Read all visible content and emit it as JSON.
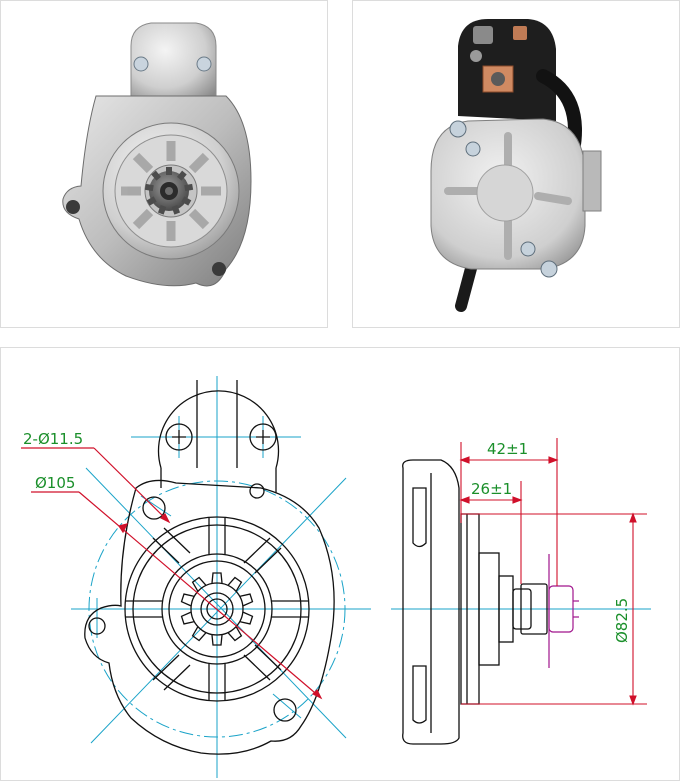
{
  "photos": {
    "front": {
      "icon": "starter-motor-front-photo"
    },
    "rear": {
      "icon": "starter-motor-rear-photo"
    }
  },
  "drawing": {
    "labels": {
      "holes": "2-Ø11.5",
      "pcd": "Ø105",
      "len_total": "42±1",
      "len_pinion": "26±1",
      "pilot_dia": "Ø82.5"
    },
    "colors": {
      "outline": "#111111",
      "centerline": "#1aa3c8",
      "dimension": "#d0102a",
      "text": "#1a8f2a",
      "pinion": "#a0148c"
    }
  }
}
